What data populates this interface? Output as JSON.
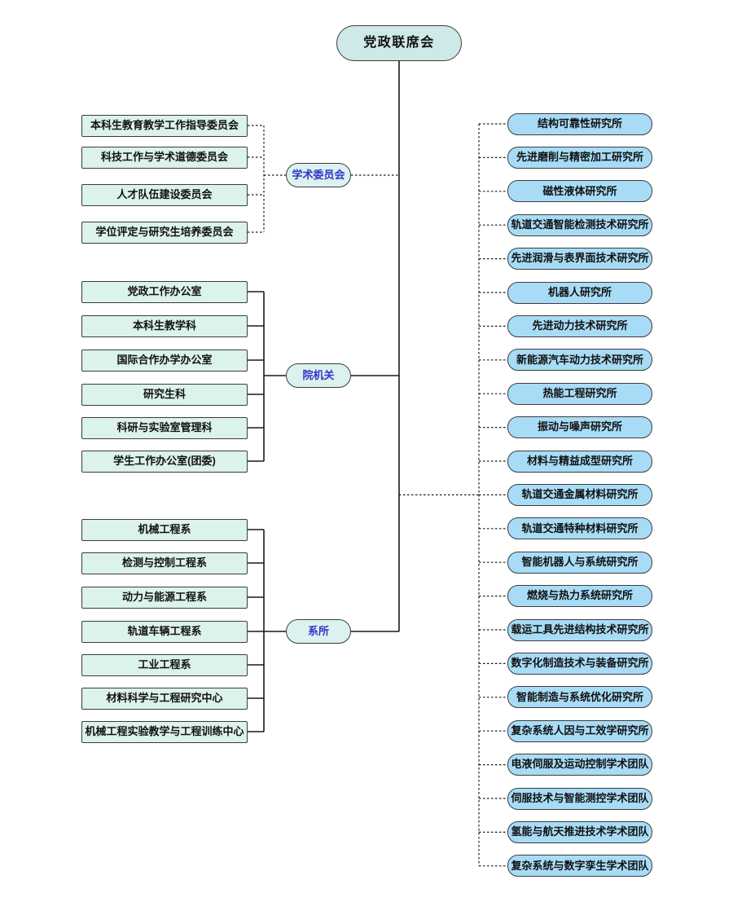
{
  "root": {
    "label": "党政联席会"
  },
  "groups": [
    {
      "label": "学术委员会",
      "connector_style": "dotted",
      "items": [
        "本科生教育教学工作指导委员会",
        "科技工作与学术道德委员会",
        "人才队伍建设委员会",
        "学位评定与研究生培养委员会"
      ]
    },
    {
      "label": "院机关",
      "connector_style": "solid",
      "items": [
        "党政工作办公室",
        "本科生教学科",
        "国际合作办学办公室",
        "研究生科",
        "科研与实验室管理科",
        "学生工作办公室(团委)"
      ]
    },
    {
      "label": "系所",
      "connector_style": "solid",
      "items": [
        "机械工程系",
        "检测与控制工程系",
        "动力与能源工程系",
        "轨道车辆工程系",
        "工业工程系",
        "材料科学与工程研究中心",
        "机械工程实验教学与工程训练中心"
      ]
    }
  ],
  "right_column": {
    "connector_style": "dotted",
    "items": [
      "结构可靠性研究所",
      "先进磨削与精密加工研究所",
      "磁性液体研究所",
      "轨道交通智能检测技术研究所",
      "先进润滑与表界面技术研究所",
      "机器人研究所",
      "先进动力技术研究所",
      "新能源汽车动力技术研究所",
      "热能工程研究所",
      "振动与噪声研究所",
      "材料与精益成型研究所",
      "轨道交通金属材料研究所",
      "轨道交通特种材料研究所",
      "智能机器人与系统研究所",
      "燃烧与热力系统研究所",
      "载运工具先进结构技术研究所",
      "数字化制造技术与装备研究所",
      "智能制造与系统优化研究所",
      "复杂系统人因与工效学研究所",
      "电液伺服及运动控制学术团队",
      "伺服技术与智能测控学术团队",
      "氢能与航天推进技术学术团队",
      "复杂系统与数字孪生学术团队"
    ]
  },
  "colors": {
    "root_node_fill": "#cfe8e8",
    "group_node_fill": "#dbf2ee",
    "left_box_fill": "#dcf2ec",
    "right_box_fill": "#a8dcf6",
    "node_border": "#3c3c3c",
    "line": "#1a1a1a",
    "group_label_text": "#3333c8",
    "box_text": "#111111"
  }
}
